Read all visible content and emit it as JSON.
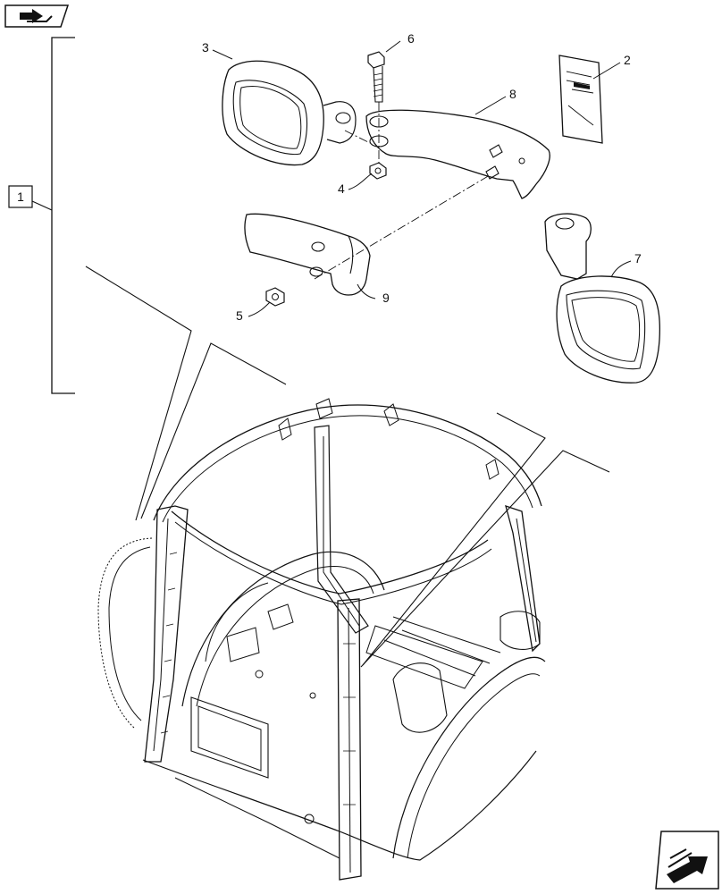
{
  "nav": {
    "back_icon": "back-arrow-icon",
    "next_icon": "next-arrow-icon"
  },
  "group_label": "1",
  "callouts": {
    "c2": "2",
    "c3": "3",
    "c4": "4",
    "c5": "5",
    "c6": "6",
    "c7": "7",
    "c8": "8",
    "c9": "9"
  },
  "colors": {
    "line": "#111111",
    "background": "#ffffff"
  }
}
